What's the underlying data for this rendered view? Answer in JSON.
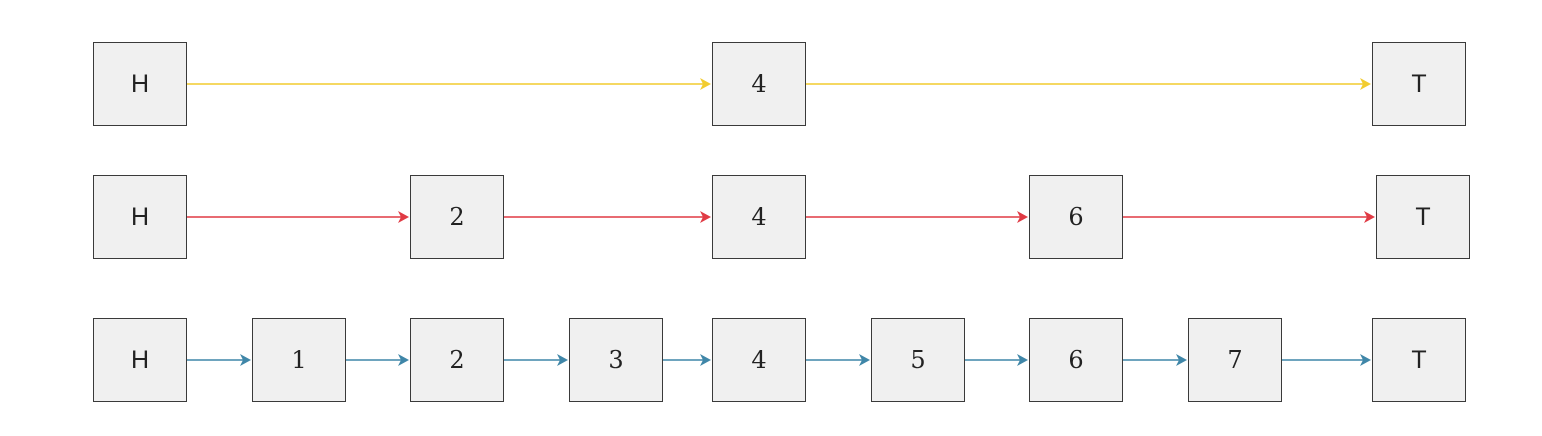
{
  "levels": [
    {
      "color": "#f2cc2e",
      "nodes": [
        "H",
        "4",
        "T"
      ]
    },
    {
      "color": "#e03a44",
      "nodes": [
        "H",
        "2",
        "4",
        "6",
        "T"
      ]
    },
    {
      "color": "#3f86a8",
      "nodes": [
        "H",
        "1",
        "2",
        "3",
        "4",
        "5",
        "6",
        "7",
        "T"
      ]
    }
  ]
}
